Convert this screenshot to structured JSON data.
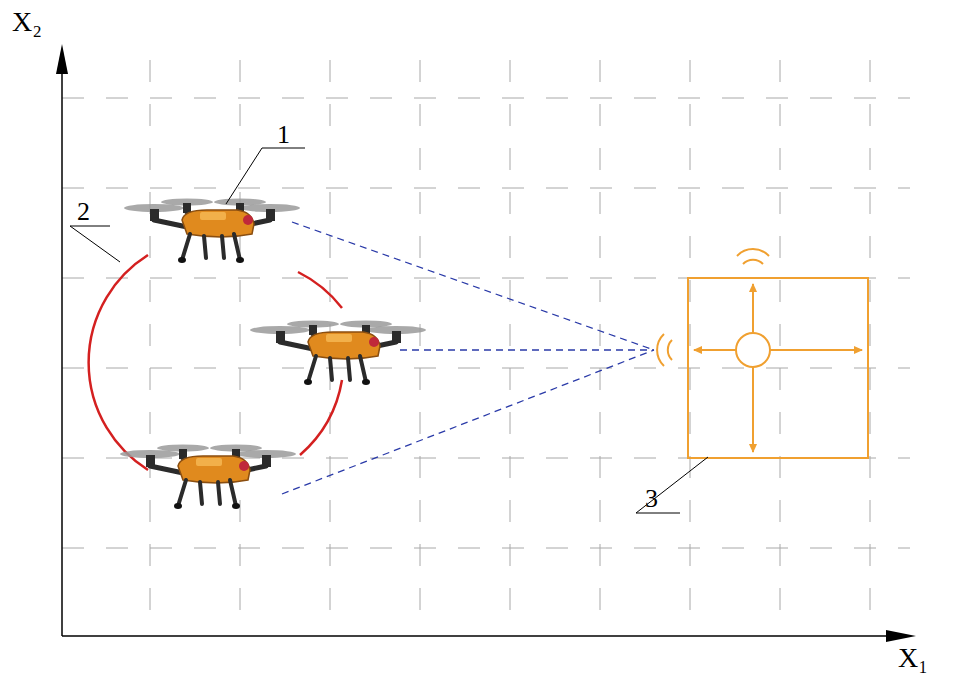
{
  "diagram": {
    "labels": [
      "X₂",
      "1",
      "2",
      "3",
      "X₁"
    ]
  }
}
